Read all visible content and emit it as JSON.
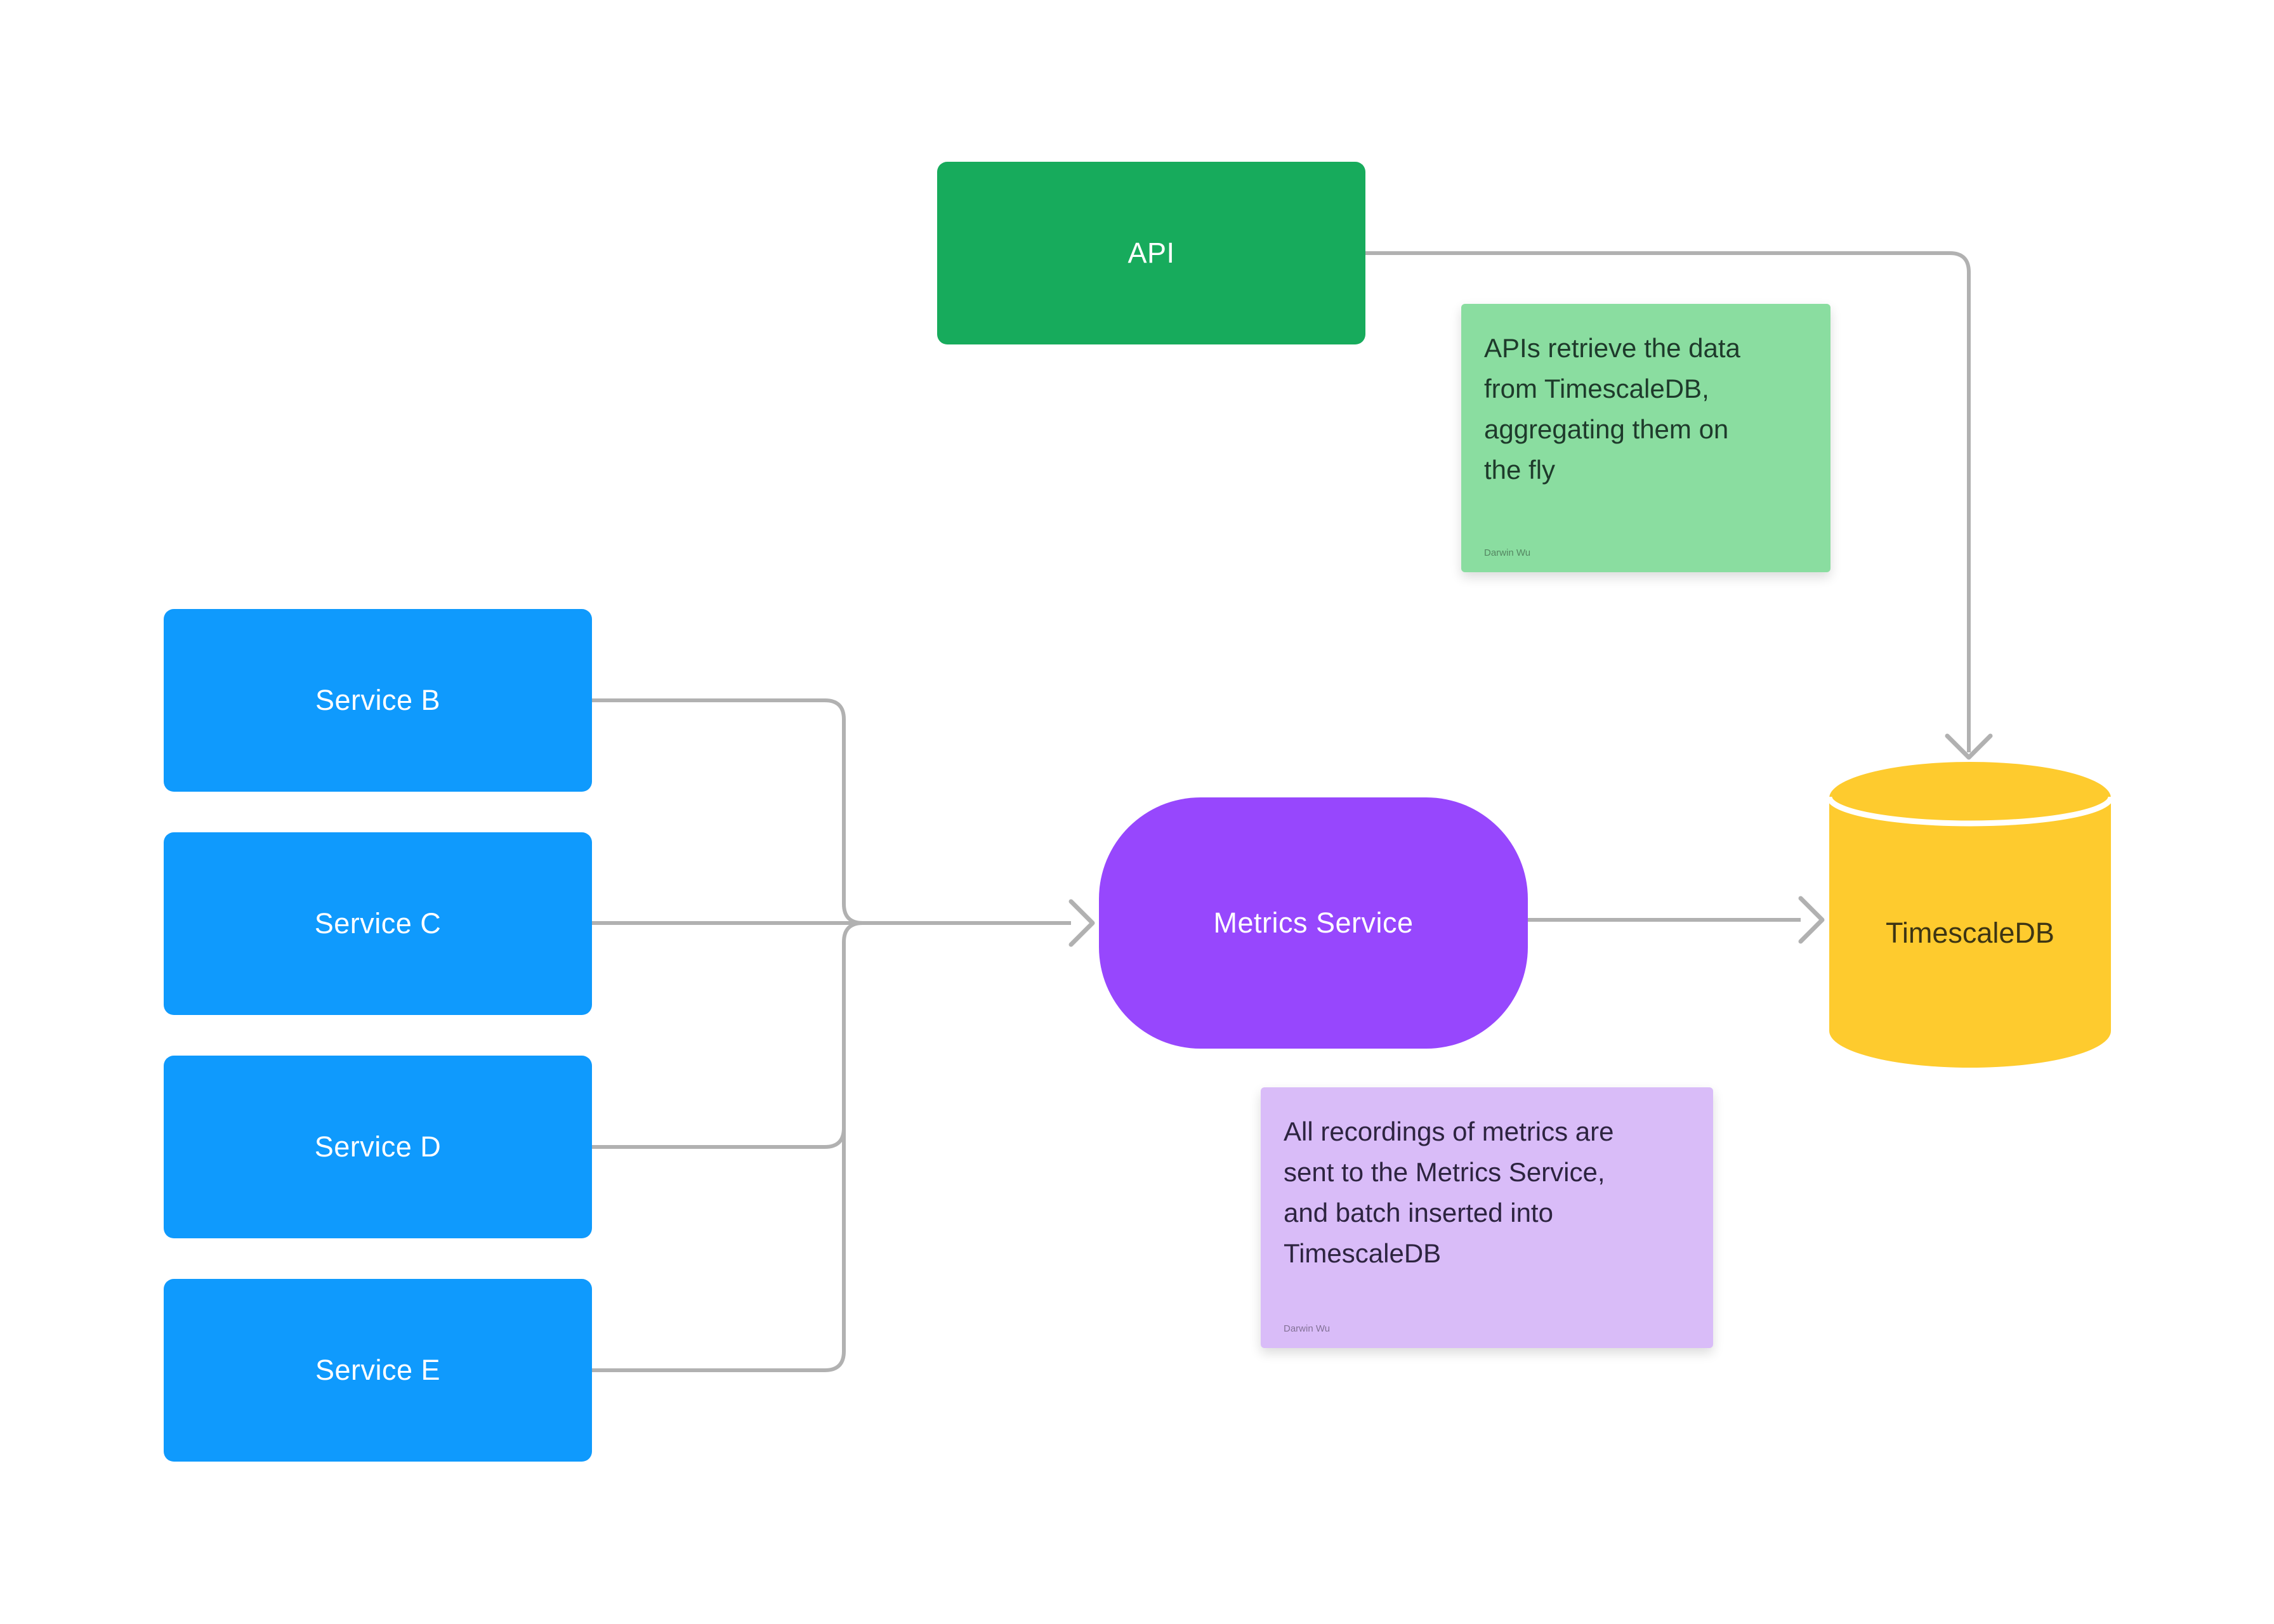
{
  "diagram": {
    "nodes": {
      "api": {
        "label": "API",
        "color": "#17ab5c"
      },
      "service_b": {
        "label": "Service B",
        "color": "#0f9afd"
      },
      "service_c": {
        "label": "Service C",
        "color": "#0f9afd"
      },
      "service_d": {
        "label": "Service D",
        "color": "#0f9afd"
      },
      "service_e": {
        "label": "Service E",
        "color": "#0f9afd"
      },
      "metrics_service": {
        "label": "Metrics Service",
        "color": "#9747fd"
      },
      "timescaledb": {
        "label": "TimescaleDB",
        "color": "#fecb2e",
        "shape": "cylinder"
      }
    },
    "notes": {
      "api_note": {
        "text": "APIs retrieve the data\nfrom TimescaleDB,\naggregating them on\nthe fly",
        "author": "Darwin Wu",
        "color": "#8adda0"
      },
      "metrics_note": {
        "text": "All recordings of metrics are\nsent to the Metrics Service,\nand batch inserted into\nTimescaleDB",
        "author": "Darwin Wu",
        "color": "#d9bcf8"
      }
    },
    "connector_color": "#b1b1b1"
  }
}
